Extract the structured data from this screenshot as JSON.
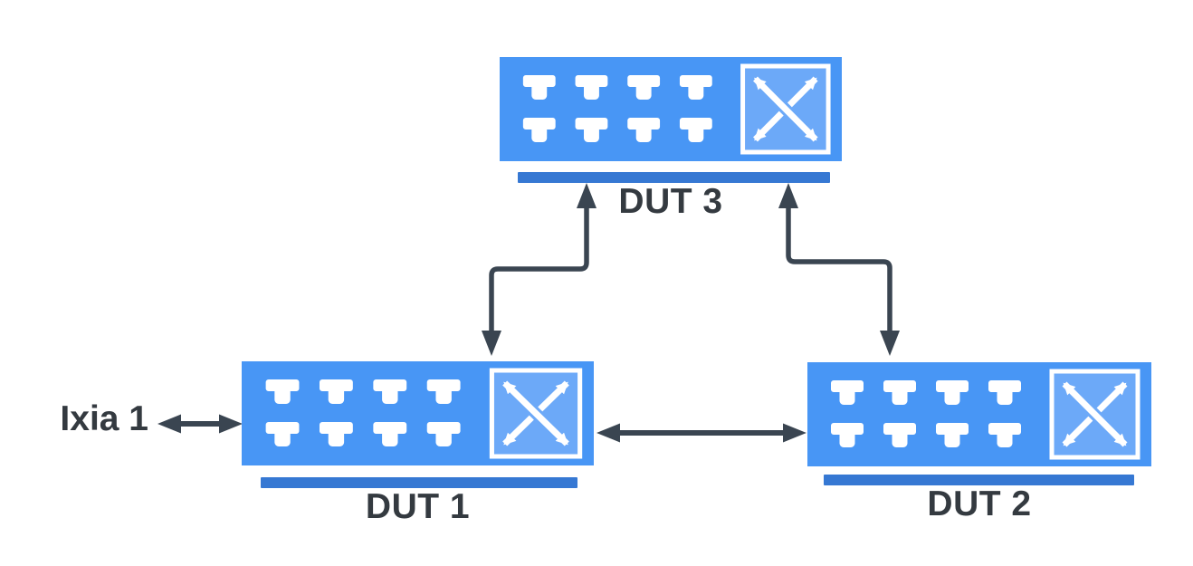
{
  "colors": {
    "switch_body": "#4896F5",
    "switch_icon_fill": "#6CA9F8",
    "platform_bar": "#3678D3",
    "connector": "#3A4551",
    "label_text": "#343A40",
    "port_fill": "#FFFFFF",
    "canvas_bg": "#FFFFFF"
  },
  "nodes": {
    "dut3": {
      "label": "DUT 3",
      "kind": "switch",
      "icon": "crossed-arrows-switch-icon",
      "ports_shown": 8
    },
    "dut1": {
      "label": "DUT 1",
      "kind": "switch",
      "icon": "crossed-arrows-switch-icon",
      "ports_shown": 8
    },
    "dut2": {
      "label": "DUT 2",
      "kind": "switch",
      "icon": "crossed-arrows-switch-icon",
      "ports_shown": 8
    },
    "ixia1": {
      "label": "Ixia 1",
      "kind": "traffic-generator"
    }
  },
  "links": [
    {
      "from": "Ixia 1",
      "to": "DUT 1",
      "direction": "bidirectional",
      "shape": "straight-horizontal"
    },
    {
      "from": "DUT 1",
      "to": "DUT 2",
      "direction": "bidirectional",
      "shape": "straight-horizontal"
    },
    {
      "from": "DUT 3",
      "to": "DUT 1",
      "direction": "bidirectional",
      "shape": "elbow"
    },
    {
      "from": "DUT 3",
      "to": "DUT 2",
      "direction": "bidirectional",
      "shape": "elbow"
    }
  ]
}
